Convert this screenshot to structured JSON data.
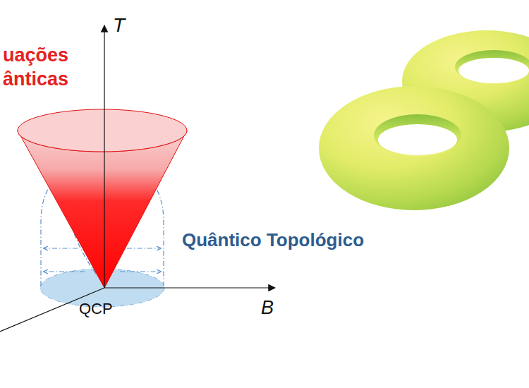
{
  "diagram": {
    "labels": [
      "uações ânticas",
      "T",
      "QCP",
      "B",
      "Quântico Topológico"
    ]
  }
}
